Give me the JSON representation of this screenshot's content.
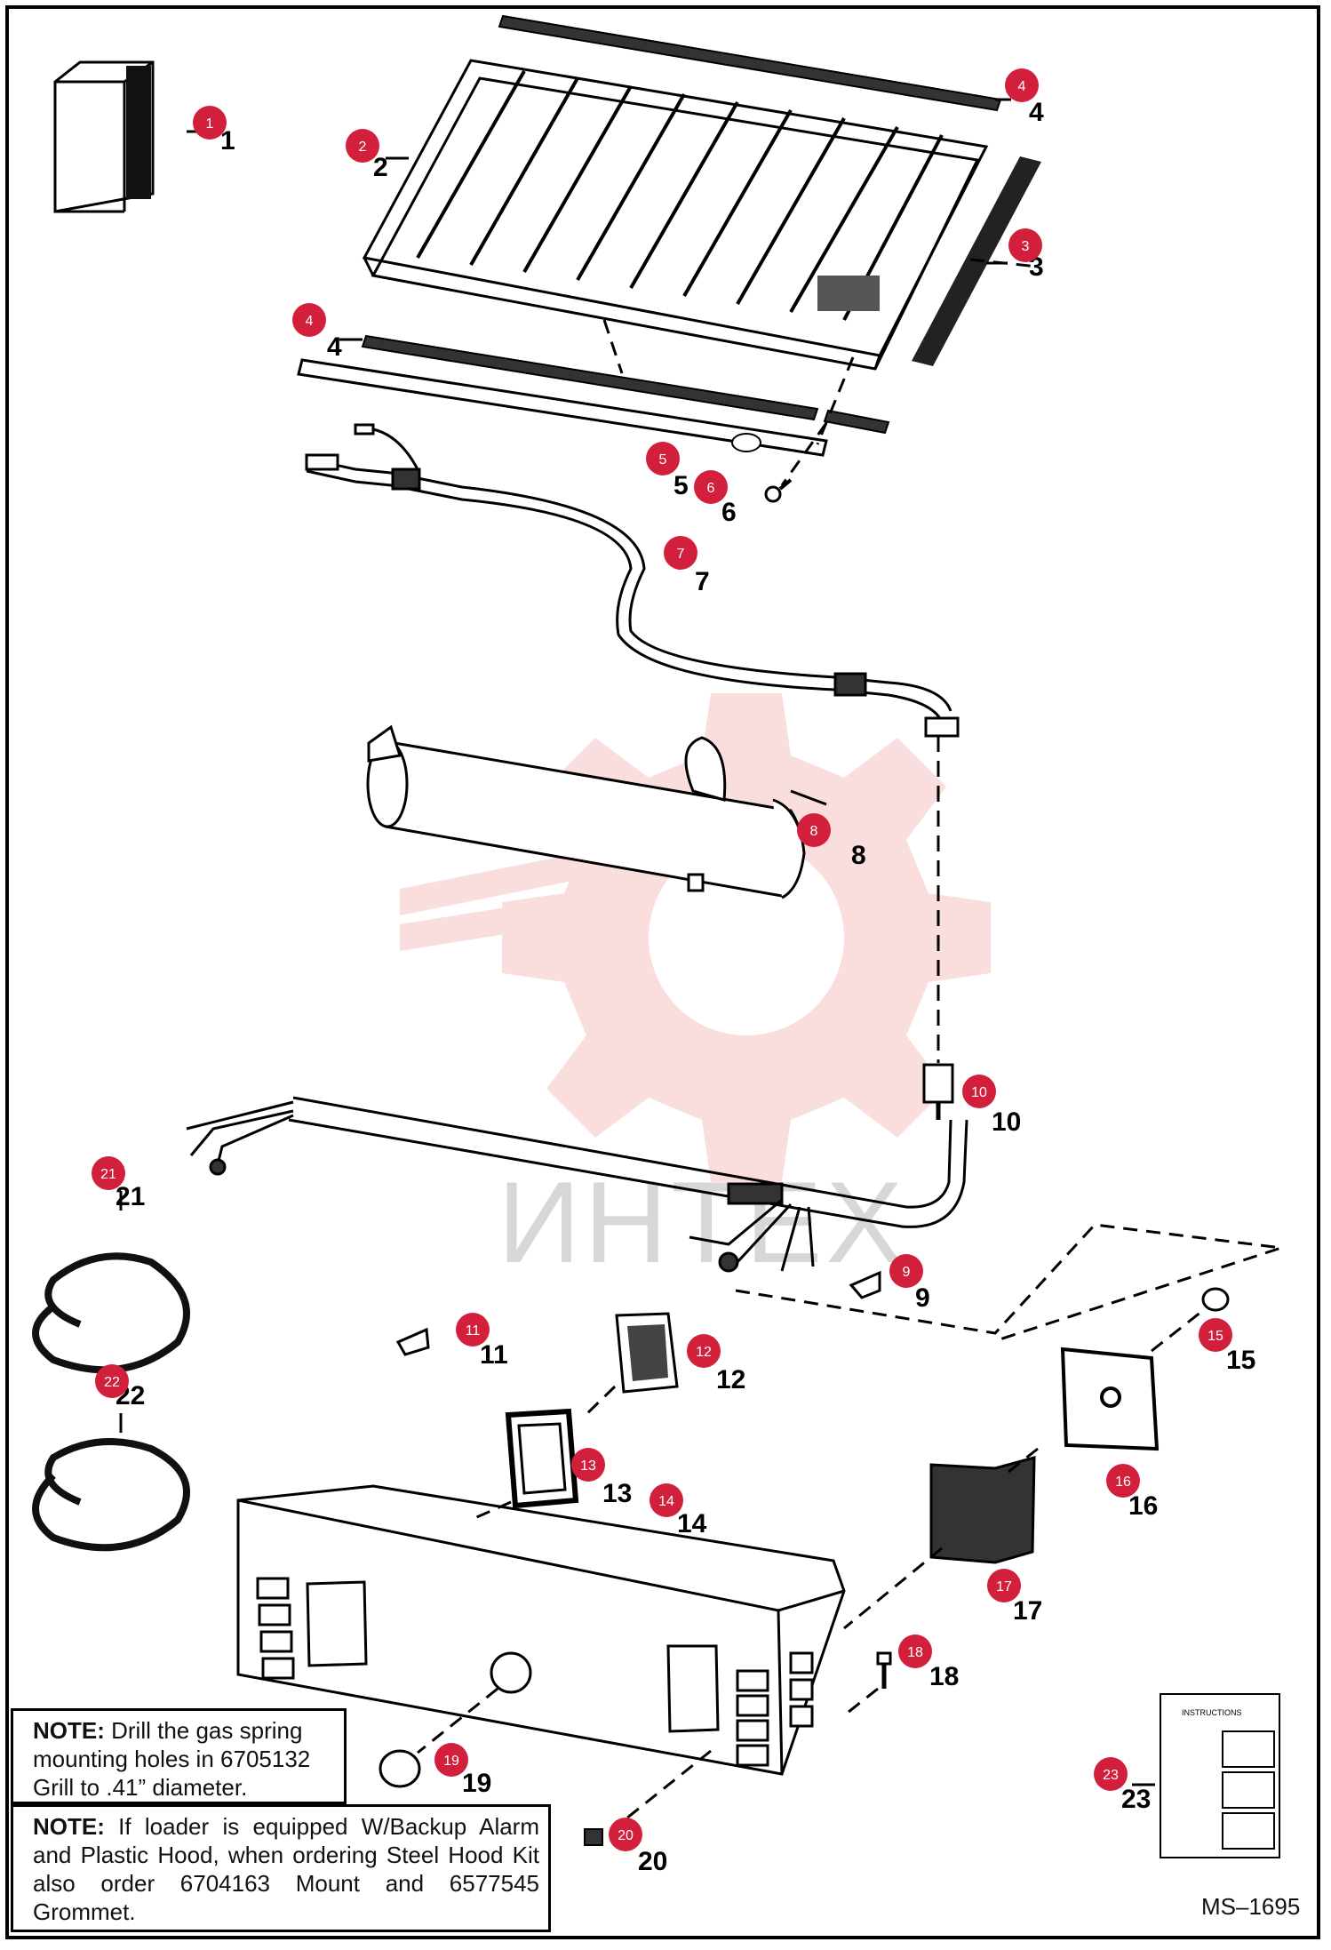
{
  "callouts": [
    {
      "n": "1",
      "label": "1"
    },
    {
      "n": "2",
      "label": "2"
    },
    {
      "n": "3",
      "label": "3"
    },
    {
      "n": "4",
      "label": "4"
    },
    {
      "n": "5",
      "label": "5"
    },
    {
      "n": "6",
      "label": "6"
    },
    {
      "n": "7",
      "label": "7"
    },
    {
      "n": "8",
      "label": "8"
    },
    {
      "n": "9",
      "label": "9"
    },
    {
      "n": "10",
      "label": "10"
    },
    {
      "n": "11",
      "label": "11"
    },
    {
      "n": "12",
      "label": "12"
    },
    {
      "n": "13",
      "label": "13"
    },
    {
      "n": "14",
      "label": "14"
    },
    {
      "n": "15",
      "label": "15"
    },
    {
      "n": "16",
      "label": "16"
    },
    {
      "n": "17",
      "label": "17"
    },
    {
      "n": "18",
      "label": "18"
    },
    {
      "n": "19",
      "label": "19"
    },
    {
      "n": "20",
      "label": "20"
    },
    {
      "n": "21",
      "label": "21"
    },
    {
      "n": "22",
      "label": "22"
    },
    {
      "n": "23",
      "label": "23"
    }
  ],
  "notes": {
    "note1": {
      "prefix": "NOTE:",
      "text": " Drill the gas spring mounting holes in 6705132 Grill to .41” diameter."
    },
    "note2": {
      "prefix": "NOTE:",
      "text": " If loader is equipped W/Backup Alarm and Plastic Hood, when ordering Steel Hood Kit also order 6704163 Mount and 6577545 Grommet."
    }
  },
  "sheet_code": "MS–1695",
  "watermark": {
    "text": "ИНТЕХ",
    "logo": "gear-logo-icon"
  },
  "instruction_sheet_title": "INSTRUCTIONS",
  "colors": {
    "callout": "#d21f3c",
    "line": "#000000",
    "watermark": "#f5c4c4"
  }
}
